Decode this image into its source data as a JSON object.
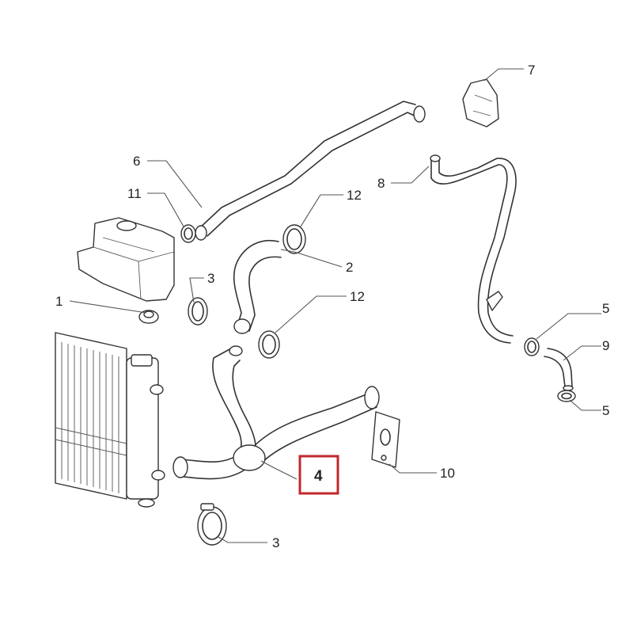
{
  "callouts": {
    "c1": "1",
    "c2": "2",
    "c3a": "3",
    "c3b": "3",
    "c4": "4",
    "c5a": "5",
    "c5b": "5",
    "c6": "6",
    "c7": "7",
    "c8": "8",
    "c9": "9",
    "c10": "10",
    "c11": "11",
    "c12a": "12",
    "c12b": "12"
  },
  "highlight": {
    "part": "4",
    "color": "#c0282d"
  }
}
